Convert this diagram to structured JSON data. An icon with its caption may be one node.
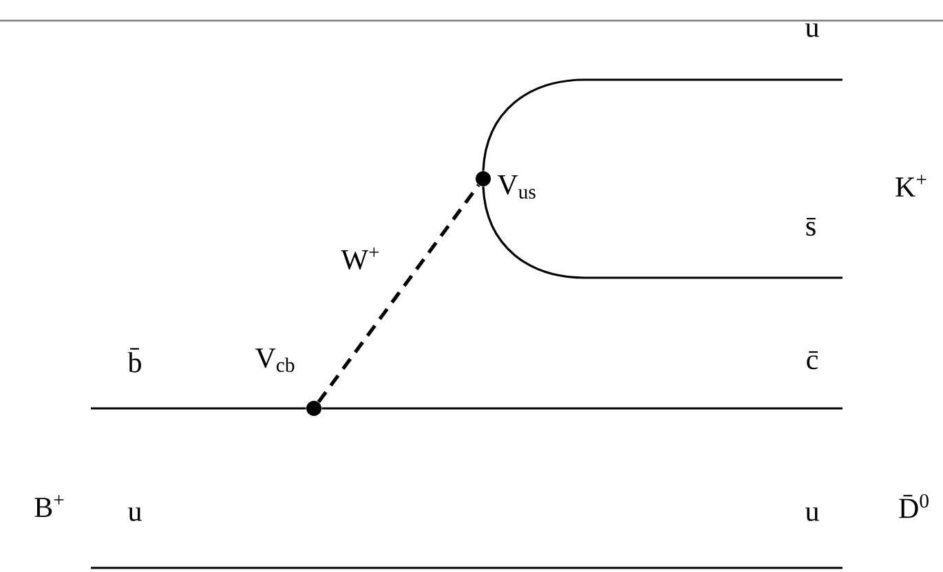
{
  "diagram": {
    "nodes": [
      {
        "text": [],
        "shape": "circle",
        "beside": [
          "V$_{cb}$"
        ]
      },
      {
        "text": [],
        "shape": "circle",
        "beside": [
          "V$_{us}$"
        ]
      }
    ],
    "edges": [
      {
        "from": 0,
        "to": 1,
        "arrow": "none",
        "style": "dashed",
        "label": "W$^{+}$"
      },
      {
        "from": null,
        "to": 0,
        "arrow": "none"
      },
      {
        "from": 0,
        "to": null,
        "arrow": "none"
      },
      {
        "from": 1,
        "to": null,
        "arrow": "none"
      },
      {
        "from": 1,
        "to": null,
        "arrow": "none"
      }
    ],
    "labels": [
      "u",
      "K$^{+}$",
      "s̄",
      "b̄",
      "c̄",
      "B$^{+}$",
      "u",
      "u",
      "D̄$^{0}$"
    ]
  }
}
